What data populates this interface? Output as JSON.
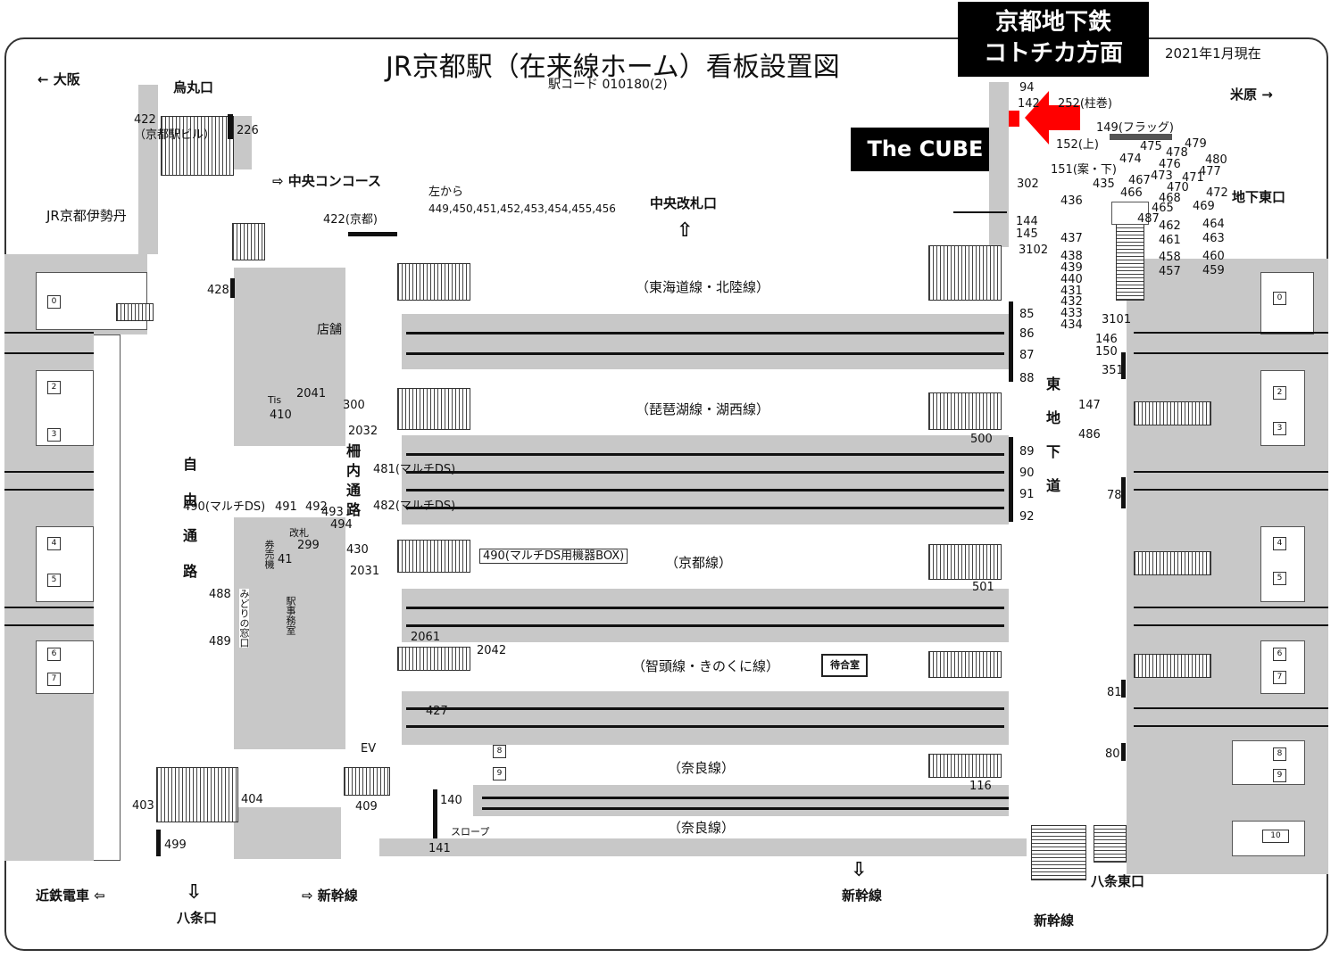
{
  "header": {
    "title": "JR京都駅（在来線ホーム）看板設置図",
    "station_code": "駅コード 010180(2)",
    "date": "2021年1月現在"
  },
  "callouts": {
    "subway_line1": "京都地下鉄",
    "subway_line2": "コトチカ方面",
    "cube": "The CUBE"
  },
  "directions": {
    "osaka": "← 大阪",
    "maibara": "米原 →",
    "karasuma": "烏丸口",
    "central_concourse": "⇨ 中央コンコース",
    "central_gate": "中央改札口",
    "kintetsu": "近鉄電車 ⇦",
    "hachijo": "八条口",
    "shinkansen1": "⇨ 新幹線",
    "shinkansen2": "新幹線",
    "shinkansen3": "新幹線",
    "hachijo_east": "八条東口",
    "underground_east": "地下東口"
  },
  "areas": {
    "isetan": "JR京都伊勢丹",
    "free_passage": "自由通路",
    "inner_passage": "柵内通路",
    "east_underpass": "東地下道",
    "station_office": "駅事務室",
    "midori": "みどりの窓口",
    "ticket_machine": "券売機",
    "gate": "改札",
    "waiting_room": "待合室",
    "shop": "店舗",
    "slope": "スロープ",
    "ev": "EV",
    "tis": "Tis"
  },
  "lines": {
    "tokaido": "（東海道線・北陸線）",
    "biwako": "（琵琶湖線・湖西線）",
    "kyoto": "（京都線）",
    "chizu": "（智頭線・きのくに線）",
    "nara1": "（奈良線）",
    "nara2": "（奈良線）"
  },
  "notes": {
    "from_left": "左から",
    "from_left_list": "449,450,451,452,453,454,455,456",
    "kyoto422": "422(京都)",
    "bldg422": "422",
    "bldg422b": "（京都駅ビル）",
    "box490": "490(マルチDS用機器BOX)",
    "ds490": "490(マルチDS)",
    "ds481": "481(マルチDS)",
    "ds482": "482(マルチDS)",
    "flag149": "149(フラッグ)",
    "pillar252": "252(柱巻)",
    "up152": "152(上)",
    "down151": "151(案・下)"
  },
  "labels": [
    "226",
    "428",
    "2041",
    "300",
    "410",
    "2032",
    "491",
    "492",
    "493",
    "494",
    "299",
    "41",
    "430",
    "2031",
    "488",
    "489",
    "2061",
    "2042",
    "427",
    "404",
    "403",
    "409",
    "499",
    "140",
    "141",
    "500",
    "501",
    "116",
    "94",
    "142",
    "302",
    "144",
    "145",
    "3102",
    "85",
    "86",
    "87",
    "88",
    "89",
    "90",
    "91",
    "92",
    "435",
    "436",
    "437",
    "438",
    "439",
    "440",
    "431",
    "432",
    "433",
    "434",
    "146",
    "150",
    "351",
    "3101",
    "147",
    "486",
    "78",
    "81",
    "80",
    "474",
    "475",
    "476",
    "478",
    "479",
    "480",
    "477",
    "473",
    "467",
    "471",
    "466",
    "468",
    "470",
    "472",
    "465",
    "469",
    "487",
    "462",
    "461",
    "464",
    "463",
    "458",
    "457",
    "460",
    "459"
  ],
  "platform_numbers": [
    "0",
    "2",
    "3",
    "4",
    "5",
    "6",
    "7",
    "0",
    "2",
    "3",
    "4",
    "5",
    "6",
    "7",
    "8",
    "9",
    "10",
    "8",
    "9"
  ],
  "colors": {
    "platform": "#c8c8c8",
    "arrow": "#ff0000",
    "callout_bg": "#000000"
  }
}
